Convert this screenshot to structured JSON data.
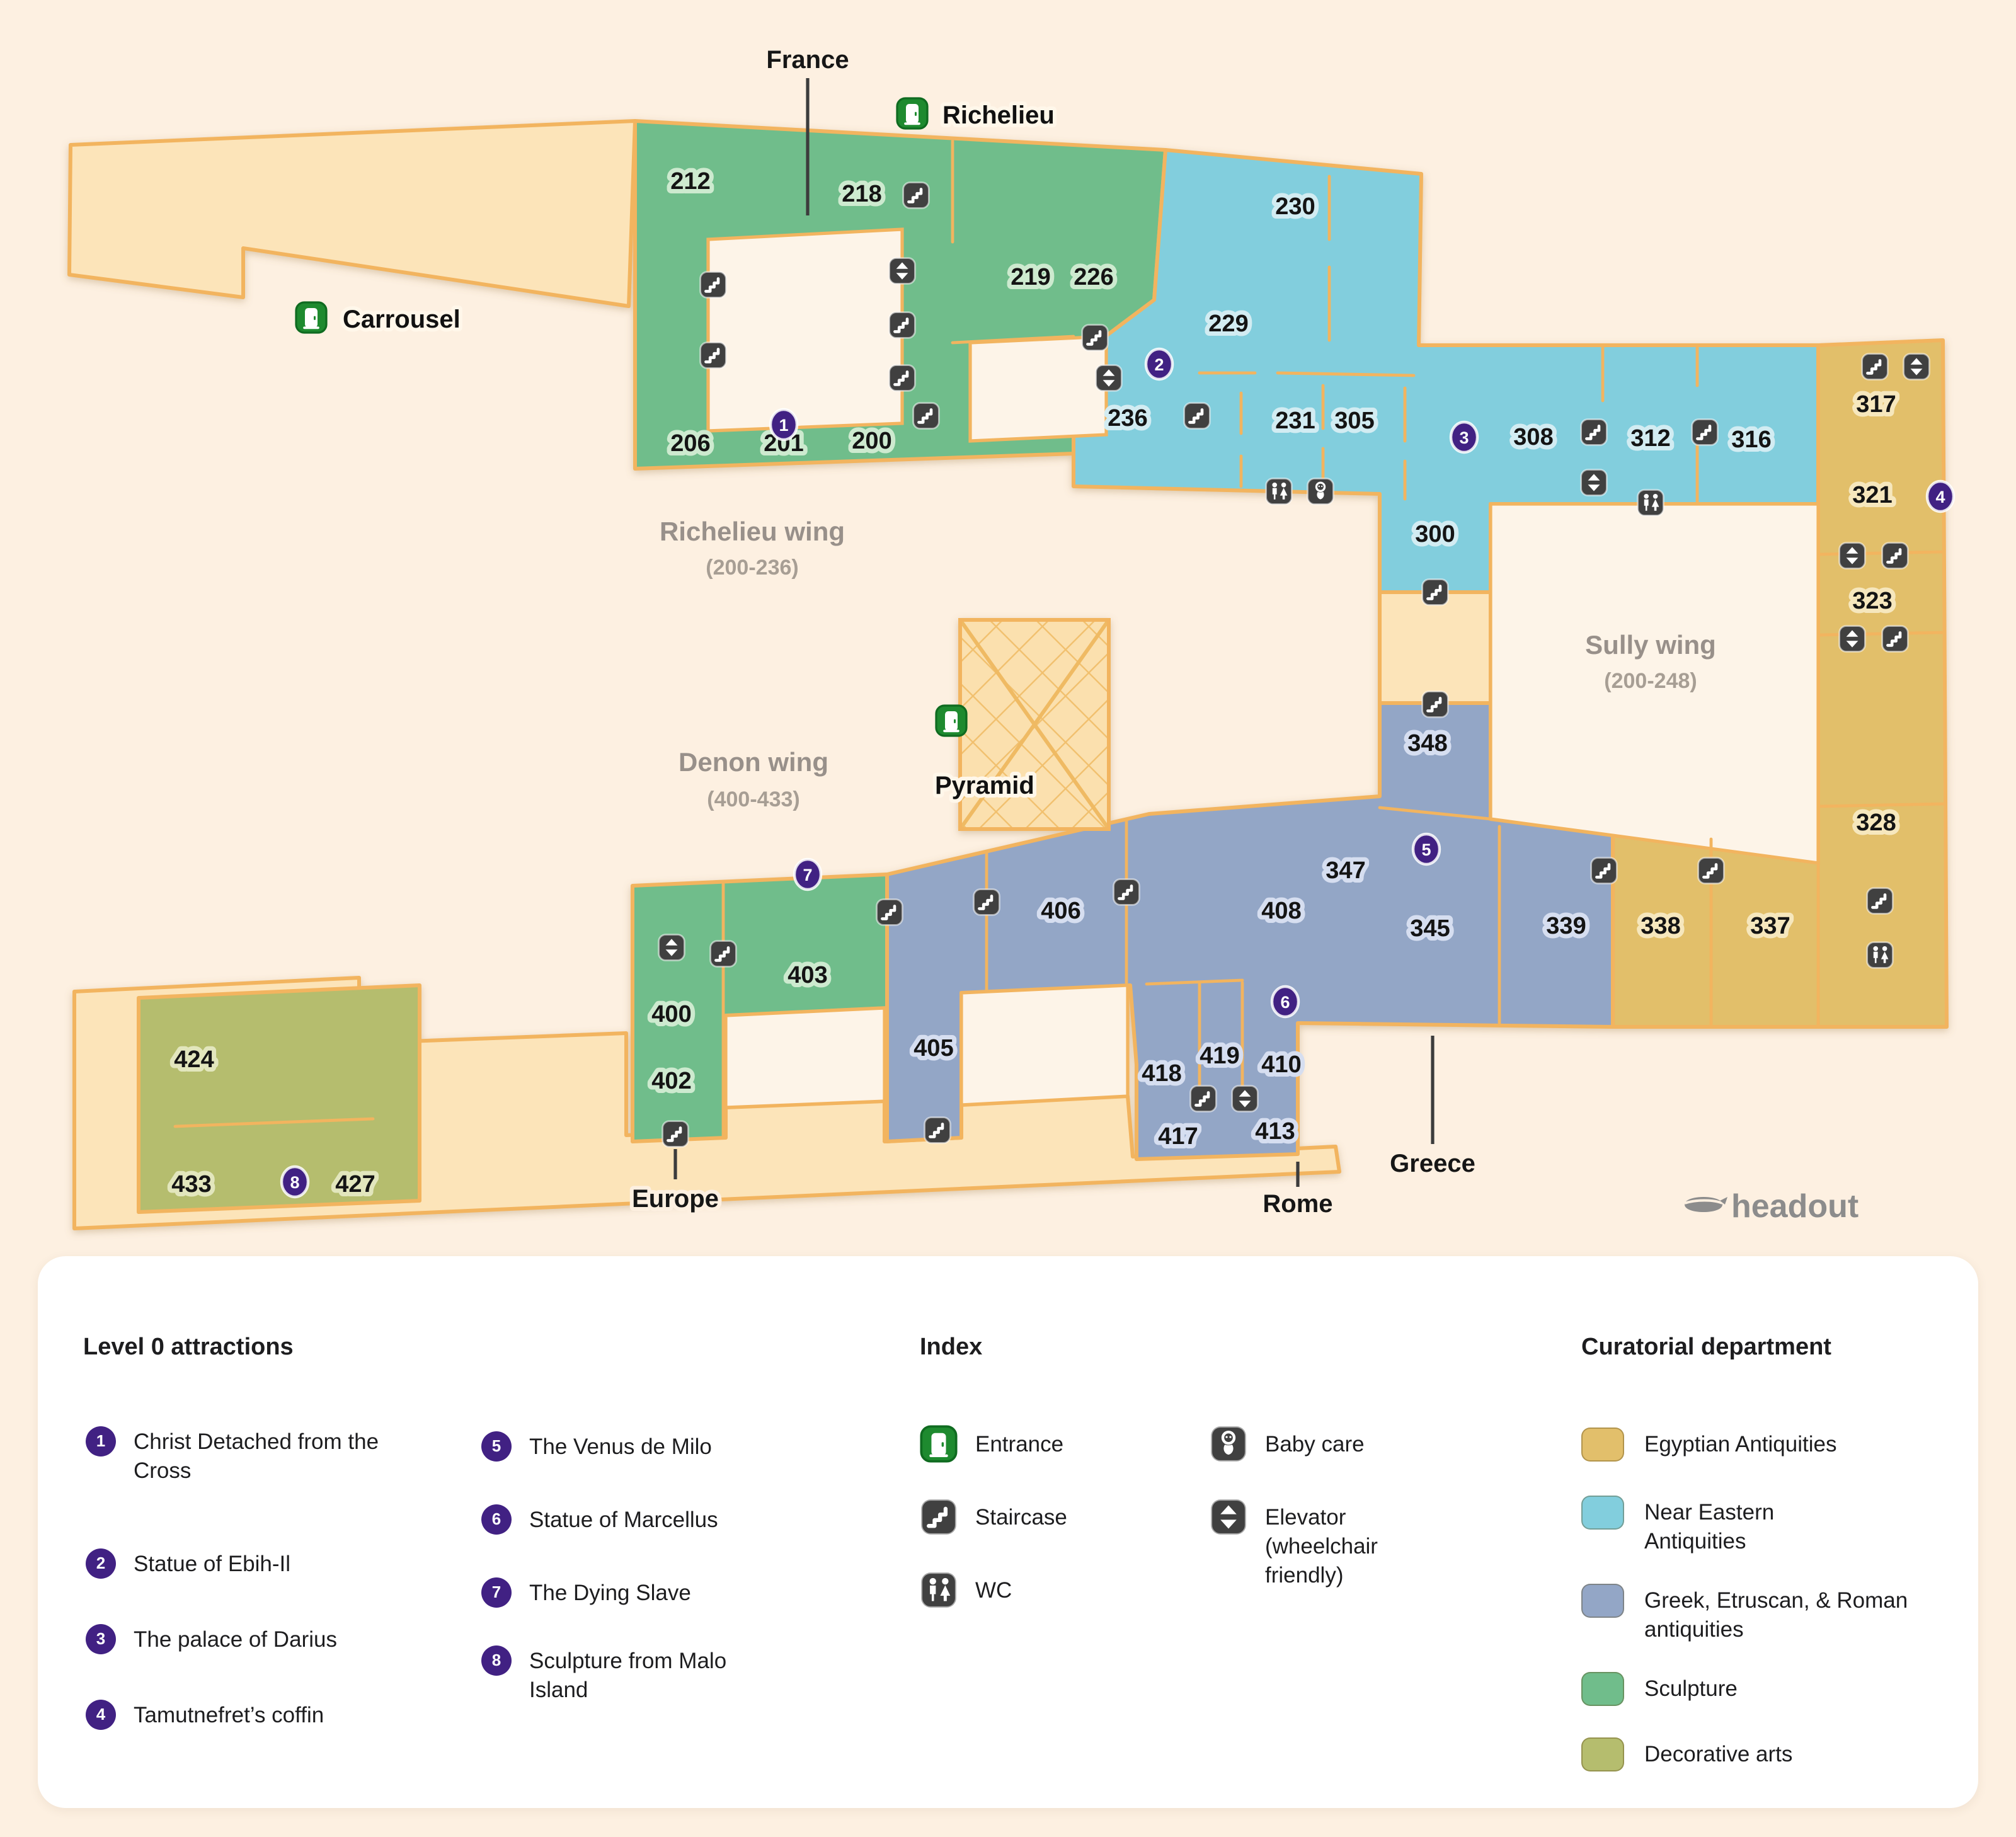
{
  "map": {
    "entrances": [
      {
        "label": "Carrousel"
      },
      {
        "label": "Richelieu"
      },
      {
        "label": "Pyramid"
      }
    ],
    "wings": [
      {
        "name": "Richelieu wing",
        "range": "(200-236)"
      },
      {
        "name": "Sully wing",
        "range": "(200-248)"
      },
      {
        "name": "Denon wing",
        "range": "(400-433)"
      }
    ],
    "callouts": {
      "north": "France",
      "west": "Europe",
      "south": "Rome",
      "east": "Greece"
    },
    "rooms": {
      "sculpture": [
        "212",
        "218",
        "219",
        "226",
        "206",
        "201",
        "200",
        "403",
        "400",
        "402"
      ],
      "near_eastern": [
        "230",
        "229",
        "236",
        "231",
        "305",
        "308",
        "312",
        "316",
        "300"
      ],
      "greek": [
        "348",
        "347",
        "345",
        "339",
        "408",
        "406",
        "405",
        "418",
        "419",
        "410",
        "417",
        "413"
      ],
      "egyptian": [
        "317",
        "321",
        "323",
        "328",
        "337",
        "338"
      ],
      "decorative": [
        "424",
        "433",
        "427"
      ]
    }
  },
  "legend": {
    "attractions": {
      "title": "Level 0 attractions",
      "items": [
        {
          "n": "1",
          "label": "Christ Detached from the Cross"
        },
        {
          "n": "2",
          "label": "Statue of Ebih-Il"
        },
        {
          "n": "3",
          "label": "The palace of Darius"
        },
        {
          "n": "4",
          "label": "Tamutnefret’s coffin"
        },
        {
          "n": "5",
          "label": "The Venus de Milo"
        },
        {
          "n": "6",
          "label": "Statue of Marcellus"
        },
        {
          "n": "7",
          "label": "The Dying Slave"
        },
        {
          "n": "8",
          "label": "Sculpture from Malo Island"
        }
      ]
    },
    "index": {
      "title": "Index",
      "items": [
        {
          "icon": "entrance",
          "label": "Entrance"
        },
        {
          "icon": "staircase",
          "label": "Staircase"
        },
        {
          "icon": "wc",
          "label": "WC"
        },
        {
          "icon": "baby-care",
          "label": "Baby care"
        },
        {
          "icon": "elevator",
          "label": "Elevator (wheelchair friendly)"
        }
      ]
    },
    "departments": {
      "title": "Curatorial department",
      "items": [
        {
          "label": "Egyptian Antiquities",
          "color": "#E2BF6B"
        },
        {
          "label": "Near Eastern Antiquities",
          "color": "#82CEDD"
        },
        {
          "label": "Greek, Etruscan, & Roman antiquities",
          "color": "#93A6C6"
        },
        {
          "label": "Sculpture",
          "color": "#70BD8B"
        },
        {
          "label": "Decorative arts",
          "color": "#B5BD6E"
        }
      ]
    }
  },
  "brand": {
    "name": "headout"
  }
}
